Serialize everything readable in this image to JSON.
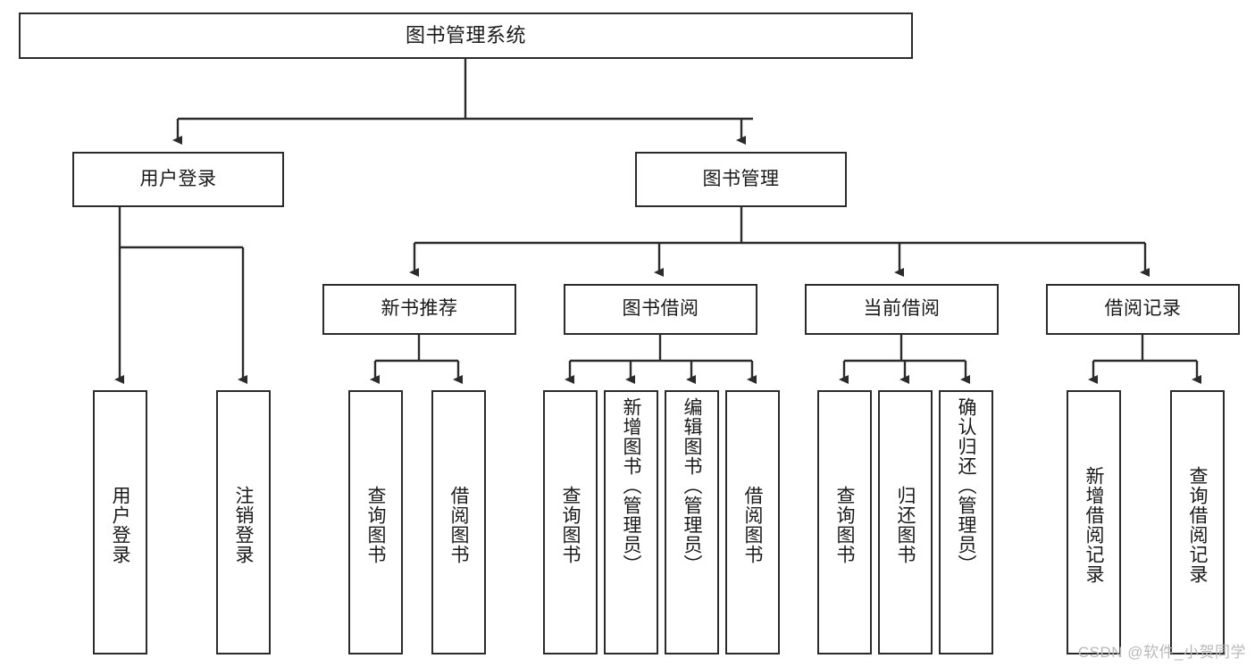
{
  "diagram": {
    "title": "图书管理系统",
    "type": "tree-hierarchy",
    "root": {
      "id": "root",
      "label": "图书管理系统"
    },
    "level1": [
      {
        "id": "user-login",
        "label": "用户登录"
      },
      {
        "id": "book-manage",
        "label": "图书管理"
      }
    ],
    "level2": [
      {
        "id": "new-book-rec",
        "label": "新书推荐",
        "parent": "book-manage"
      },
      {
        "id": "book-borrow",
        "label": "图书借阅",
        "parent": "book-manage"
      },
      {
        "id": "current-borrow",
        "label": "当前借阅",
        "parent": "book-manage"
      },
      {
        "id": "borrow-record",
        "label": "借阅记录",
        "parent": "book-manage"
      }
    ],
    "leaves": {
      "user_login": [
        {
          "id": "leaf-user-login",
          "label": "用户登录"
        },
        {
          "id": "leaf-logout",
          "label": "注销登录"
        }
      ],
      "new_book_rec": [
        {
          "id": "leaf-query-book-1",
          "label": "查询图书"
        },
        {
          "id": "leaf-borrow-book-1",
          "label": "借阅图书"
        }
      ],
      "book_borrow": [
        {
          "id": "leaf-query-book-2",
          "label": "查询图书"
        },
        {
          "id": "leaf-add-book",
          "label": "新增图书（管理员）"
        },
        {
          "id": "leaf-edit-book",
          "label": "编辑图书（管理员）"
        },
        {
          "id": "leaf-borrow-book-2",
          "label": "借阅图书"
        }
      ],
      "current_borrow": [
        {
          "id": "leaf-query-book-3",
          "label": "查询图书"
        },
        {
          "id": "leaf-return-book",
          "label": "归还图书"
        },
        {
          "id": "leaf-confirm-return",
          "label": "确认归还（管理员）"
        }
      ],
      "borrow_record": [
        {
          "id": "leaf-add-record",
          "label": "新增借阅记录"
        },
        {
          "id": "leaf-query-record",
          "label": "查询借阅记录"
        }
      ]
    }
  },
  "watermark": {
    "text": "CSDN @软件_小贺同学"
  },
  "colors": {
    "border": "#2b2b2b",
    "text": "#1a1a1a",
    "background": "#ffffff",
    "watermark": "#b9b9b9"
  }
}
